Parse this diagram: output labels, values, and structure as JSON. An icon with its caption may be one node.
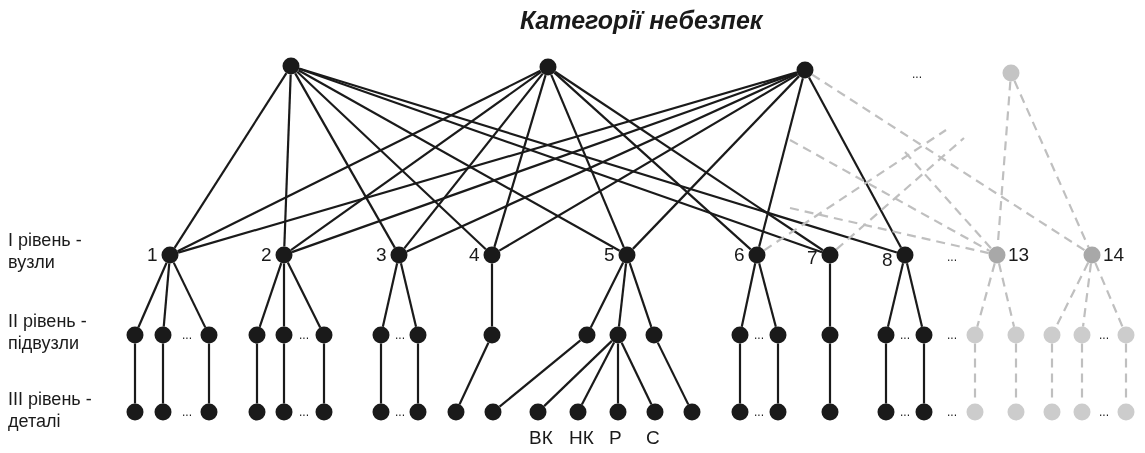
{
  "diagram": {
    "title": "Категорії небезпек",
    "nodes": [
      {
        "text": [],
        "shape": "circle"
      },
      {
        "text": [],
        "shape": "circle"
      },
      {
        "text": [],
        "shape": "circle"
      },
      {
        "text": [],
        "shape": "circle"
      },
      {
        "text": [],
        "shape": "circle",
        "beside": [
          "1"
        ]
      },
      {
        "text": [],
        "shape": "circle",
        "beside": [
          "2"
        ]
      },
      {
        "text": [],
        "shape": "circle",
        "beside": [
          "3"
        ]
      },
      {
        "text": [],
        "shape": "circle",
        "beside": [
          "4"
        ]
      },
      {
        "text": [],
        "shape": "circle",
        "beside": [
          "5"
        ]
      },
      {
        "text": [],
        "shape": "circle",
        "beside": [
          "6"
        ]
      },
      {
        "text": [],
        "shape": "circle",
        "beside": [
          "7"
        ]
      },
      {
        "text": [],
        "shape": "circle",
        "beside": [
          "8"
        ]
      },
      {
        "text": [],
        "shape": "circle",
        "beside": [
          "13"
        ]
      },
      {
        "text": [],
        "shape": "circle",
        "beside": [
          "14"
        ]
      },
      {
        "text": [],
        "shape": "circle"
      },
      {
        "text": [],
        "shape": "circle"
      },
      {
        "text": [],
        "shape": "circle"
      },
      {
        "text": [],
        "shape": "circle"
      },
      {
        "text": [],
        "shape": "circle"
      },
      {
        "text": [],
        "shape": "circle"
      },
      {
        "text": [],
        "shape": "circle"
      },
      {
        "text": [],
        "shape": "circle"
      },
      {
        "text": [],
        "shape": "circle"
      },
      {
        "text": [],
        "shape": "circle"
      },
      {
        "text": [],
        "shape": "circle"
      },
      {
        "text": [],
        "shape": "circle"
      },
      {
        "text": [],
        "shape": "circle"
      },
      {
        "text": [],
        "shape": "circle"
      },
      {
        "text": [],
        "shape": "circle"
      },
      {
        "text": [],
        "shape": "circle"
      },
      {
        "text": [],
        "shape": "circle"
      },
      {
        "text": [],
        "shape": "circle"
      },
      {
        "text": [],
        "shape": "circle"
      },
      {
        "text": [],
        "shape": "circle"
      },
      {
        "text": [],
        "shape": "circle"
      },
      {
        "text": [],
        "shape": "circle"
      },
      {
        "text": [],
        "shape": "circle"
      },
      {
        "text": [],
        "shape": "circle"
      },
      {
        "text": [],
        "shape": "circle"
      },
      {
        "text": [],
        "shape": "circle"
      },
      {
        "text": [],
        "shape": "circle"
      },
      {
        "text": [],
        "shape": "circle"
      },
      {
        "text": [],
        "shape": "circle"
      },
      {
        "text": [],
        "shape": "circle"
      },
      {
        "text": [],
        "shape": "circle"
      },
      {
        "text": [],
        "shape": "circle"
      },
      {
        "text": [],
        "shape": "circle",
        "beside": [
          "ВК"
        ]
      },
      {
        "text": [],
        "shape": "circle",
        "beside": [
          "НК"
        ]
      },
      {
        "text": [],
        "shape": "circle",
        "beside": [
          "Р"
        ]
      },
      {
        "text": [],
        "shape": "circle",
        "beside": [
          "С"
        ]
      },
      {
        "text": [],
        "shape": "circle"
      },
      {
        "text": [],
        "shape": "circle"
      },
      {
        "text": [],
        "shape": "circle"
      },
      {
        "text": [],
        "shape": "circle"
      },
      {
        "text": [],
        "shape": "circle"
      },
      {
        "text": [],
        "shape": "circle"
      },
      {
        "text": [],
        "shape": "circle"
      },
      {
        "text": [],
        "shape": "circle"
      },
      {
        "text": [],
        "shape": "circle"
      },
      {
        "text": [],
        "shape": "circle"
      },
      {
        "text": [],
        "shape": "circle"
      }
    ],
    "edges": [
      {
        "from": 0,
        "to": 4,
        "arrow": "none"
      },
      {
        "from": 0,
        "to": 5,
        "arrow": "none"
      },
      {
        "from": 0,
        "to": 6,
        "arrow": "none"
      },
      {
        "from": 0,
        "to": 7,
        "arrow": "none"
      },
      {
        "from": 0,
        "to": 8,
        "arrow": "none"
      },
      {
        "from": 0,
        "to": 10,
        "arrow": "none"
      },
      {
        "from": 0,
        "to": 11,
        "arrow": "none"
      },
      {
        "from": 1,
        "to": 4,
        "arrow": "none"
      },
      {
        "from": 1,
        "to": 5,
        "arrow": "none"
      },
      {
        "from": 1,
        "to": 6,
        "arrow": "none"
      },
      {
        "from": 1,
        "to": 7,
        "arrow": "none"
      },
      {
        "from": 1,
        "to": 8,
        "arrow": "none"
      },
      {
        "from": 1,
        "to": 9,
        "arrow": "none"
      },
      {
        "from": 1,
        "to": 10,
        "arrow": "none"
      },
      {
        "from": 2,
        "to": 4,
        "arrow": "none"
      },
      {
        "from": 2,
        "to": 5,
        "arrow": "none"
      },
      {
        "from": 2,
        "to": 6,
        "arrow": "none"
      },
      {
        "from": 2,
        "to": 7,
        "arrow": "none"
      },
      {
        "from": 2,
        "to": 8,
        "arrow": "none"
      },
      {
        "from": 2,
        "to": 9,
        "arrow": "none"
      },
      {
        "from": 2,
        "to": 11,
        "arrow": "none"
      },
      {
        "from": 2,
        "to": 13,
        "arrow": "none",
        "style": "dashed",
        "color": "#bfbfbf"
      },
      {
        "from": 3,
        "to": 12,
        "arrow": "none",
        "style": "dashed",
        "color": "#bfbfbf"
      },
      {
        "from": 3,
        "to": 13,
        "arrow": "none",
        "style": "dashed",
        "color": "#bfbfbf"
      },
      {
        "from": 9,
        "to": null,
        "arrow": "none",
        "style": "dashed",
        "color": "#bfbfbf"
      },
      {
        "from": 10,
        "to": null,
        "arrow": "none",
        "style": "dashed",
        "color": "#bfbfbf"
      },
      {
        "from": null,
        "to": 12,
        "arrow": "none",
        "style": "dashed",
        "color": "#bfbfbf"
      },
      {
        "from": null,
        "to": 12,
        "arrow": "none",
        "style": "dashed",
        "color": "#bfbfbf"
      },
      {
        "from": null,
        "to": 12,
        "arrow": "none",
        "style": "dashed",
        "color": "#bfbfbf"
      },
      {
        "from": 4,
        "to": 14,
        "arrow": "none"
      },
      {
        "from": 4,
        "to": 15,
        "arrow": "none"
      },
      {
        "from": 4,
        "to": 16,
        "arrow": "none"
      },
      {
        "from": 5,
        "to": 17,
        "arrow": "none"
      },
      {
        "from": 5,
        "to": 18,
        "arrow": "none"
      },
      {
        "from": 5,
        "to": 19,
        "arrow": "none"
      },
      {
        "from": 6,
        "to": 20,
        "arrow": "none"
      },
      {
        "from": 6,
        "to": 21,
        "arrow": "none"
      },
      {
        "from": 7,
        "to": 22,
        "arrow": "none"
      },
      {
        "from": 8,
        "to": 23,
        "arrow": "none"
      },
      {
        "from": 8,
        "to": 24,
        "arrow": "none"
      },
      {
        "from": 8,
        "to": 25,
        "arrow": "none"
      },
      {
        "from": 9,
        "to": 26,
        "arrow": "none"
      },
      {
        "from": 9,
        "to": 27,
        "arrow": "none"
      },
      {
        "from": 10,
        "to": 28,
        "arrow": "none"
      },
      {
        "from": 11,
        "to": 29,
        "arrow": "none"
      },
      {
        "from": 11,
        "to": 30,
        "arrow": "none"
      },
      {
        "from": 12,
        "to": 31,
        "arrow": "none",
        "style": "dashed",
        "color": "#bfbfbf"
      },
      {
        "from": 12,
        "to": 32,
        "arrow": "none",
        "style": "dashed",
        "color": "#bfbfbf"
      },
      {
        "from": 13,
        "to": 33,
        "arrow": "none",
        "style": "dashed",
        "color": "#bfbfbf"
      },
      {
        "from": 13,
        "to": 34,
        "arrow": "none",
        "style": "dashed",
        "color": "#bfbfbf"
      },
      {
        "from": 13,
        "to": 35,
        "arrow": "none",
        "style": "dashed",
        "color": "#bfbfbf"
      },
      {
        "from": 14,
        "to": 36,
        "arrow": "none"
      },
      {
        "from": 15,
        "to": 37,
        "arrow": "none"
      },
      {
        "from": 16,
        "to": 38,
        "arrow": "none"
      },
      {
        "from": 17,
        "to": 39,
        "arrow": "none"
      },
      {
        "from": 18,
        "to": 40,
        "arrow": "none"
      },
      {
        "from": 19,
        "to": 41,
        "arrow": "none"
      },
      {
        "from": 20,
        "to": 42,
        "arrow": "none"
      },
      {
        "from": 21,
        "to": 43,
        "arrow": "none"
      },
      {
        "from": 22,
        "to": 44,
        "arrow": "none"
      },
      {
        "from": 23,
        "to": 45,
        "arrow": "none"
      },
      {
        "from": 24,
        "to": 46,
        "arrow": "none"
      },
      {
        "from": 24,
        "to": 47,
        "arrow": "none"
      },
      {
        "from": 24,
        "to": 48,
        "arrow": "none"
      },
      {
        "from": 24,
        "to": 49,
        "arrow": "none"
      },
      {
        "from": 25,
        "to": 50,
        "arrow": "none"
      },
      {
        "from": 26,
        "to": 51,
        "arrow": "none"
      },
      {
        "from": 27,
        "to": 52,
        "arrow": "none"
      },
      {
        "from": 28,
        "to": 53,
        "arrow": "none"
      },
      {
        "from": 29,
        "to": 54,
        "arrow": "none"
      },
      {
        "from": 30,
        "to": 55,
        "arrow": "none"
      },
      {
        "from": 31,
        "to": 56,
        "arrow": "none",
        "style": "dashed",
        "color": "#bfbfbf"
      },
      {
        "from": 32,
        "to": 57,
        "arrow": "none",
        "style": "dashed",
        "color": "#bfbfbf"
      },
      {
        "from": 33,
        "to": 58,
        "arrow": "none",
        "style": "dashed",
        "color": "#bfbfbf"
      },
      {
        "from": 34,
        "to": 59,
        "arrow": "none",
        "style": "dashed",
        "color": "#bfbfbf"
      },
      {
        "from": 35,
        "to": 60,
        "arrow": "none",
        "style": "dashed",
        "color": "#bfbfbf"
      }
    ],
    "labels": [
      "...",
      "І рівень - вузли",
      "...",
      "ІІ рівень - підвузли",
      "...",
      "...",
      "...",
      "...",
      "...",
      "...",
      "...",
      "ІІІ рівень - деталі",
      "...",
      "...",
      "...",
      "...",
      "...",
      "...",
      "..."
    ]
  }
}
